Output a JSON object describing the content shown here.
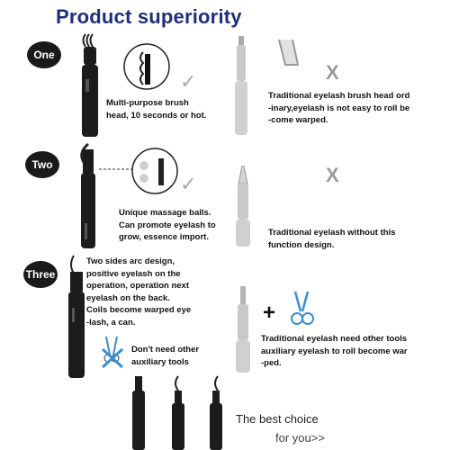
{
  "title": "Product superiority",
  "rows": [
    {
      "badge": "One",
      "feature": [
        "Multi-purpose brush",
        " head, 10 seconds or hot."
      ],
      "traditional": [
        "Traditional eyelash brush head ord",
        "-inary,eyelash is not easy to roll be",
        "-come warped."
      ]
    },
    {
      "badge": "Two",
      "feature": [
        "Unique massage balls.",
        "Can promote eyelash to",
        "grow, essence import."
      ],
      "traditional": [
        "Traditional eyelash without this",
        "function design."
      ]
    },
    {
      "badge": "Three",
      "feature": [
        "Two sides arc design,",
        "positive eyelash on the",
        "operation, operation next",
        " eyelash on the back.",
        "Coils become warped eye",
        "-lash, a can."
      ],
      "aux": [
        "Don't need other",
        "auxiliary tools"
      ],
      "traditional": [
        "Traditional eyelash need other tools",
        "auxiliary eyelash to roll become war",
        "-ped."
      ]
    }
  ],
  "symbols": {
    "check": "✓",
    "cross": "X",
    "plus": "+"
  },
  "brand": {
    "line1": "The best choice",
    "line2": "for you>>"
  },
  "colors": {
    "title": "#1f2f7a",
    "badge": "#1a1a1a",
    "device_dark": "#1c1c1c",
    "device_silver": "#c9c9c9",
    "mark_gray": "#9a9a9a"
  }
}
